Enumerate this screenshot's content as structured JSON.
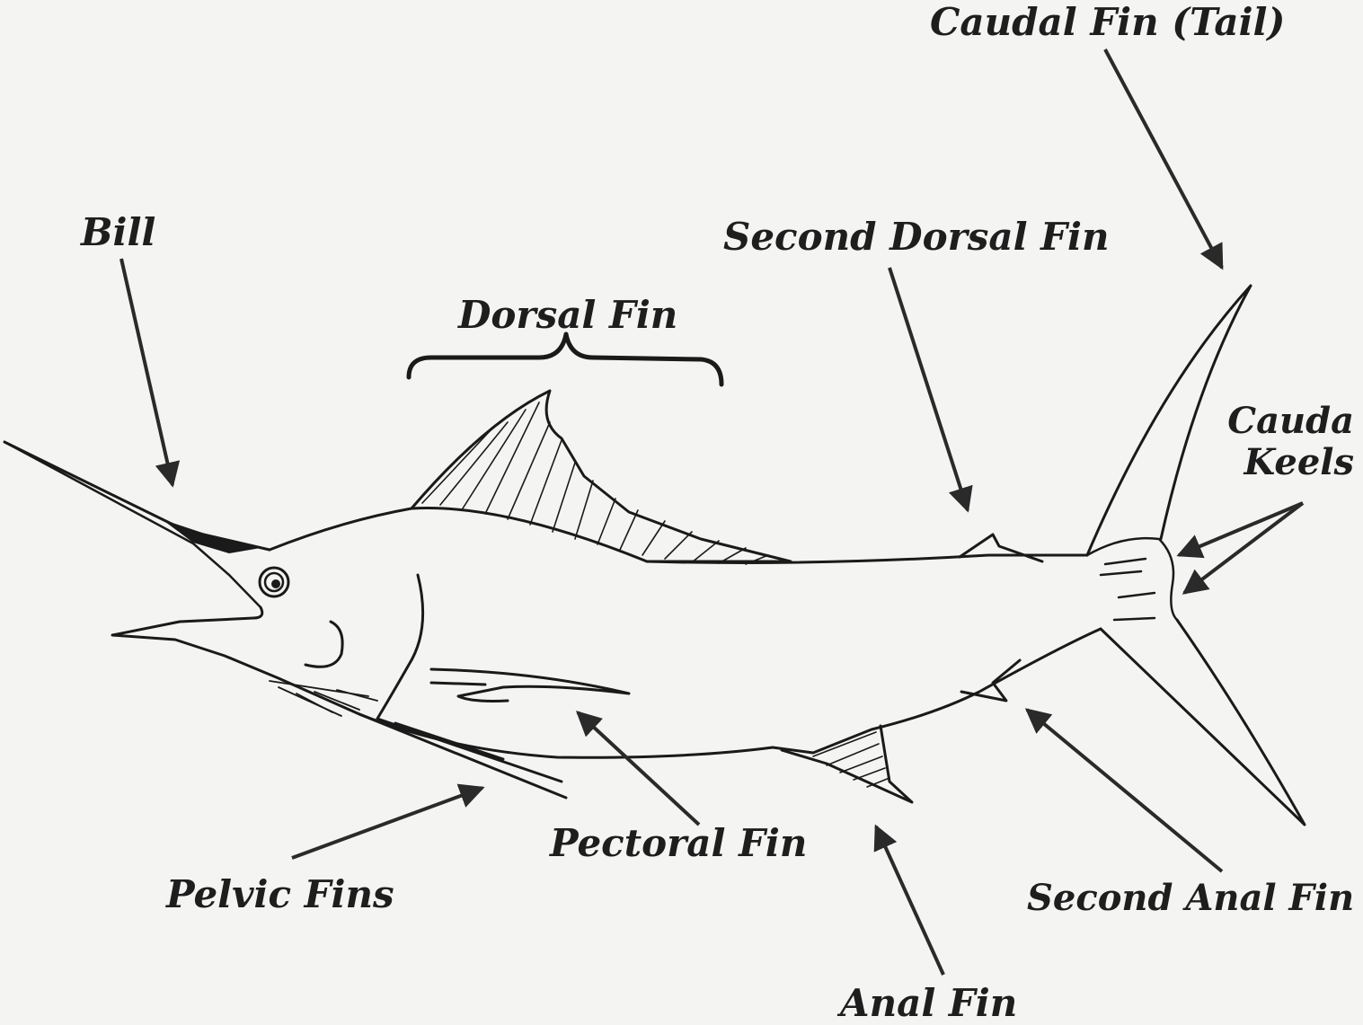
{
  "colors": {
    "paper": "#f4f4f2",
    "ink": "#1a1a1a"
  },
  "labels": {
    "caudal_fin": "Caudal Fin (Tail)",
    "bill": "Bill",
    "second_dorsal_fin": "Second Dorsal Fin",
    "dorsal_fin": "Dorsal Fin",
    "caudal_keels_line1": "Cauda",
    "caudal_keels_line2": "Keels",
    "pectoral_fin": "Pectoral Fin",
    "pelvic_fins": "Pelvic Fins",
    "second_anal_fin": "Second Anal Fin",
    "anal_fin": "Anal Fin"
  }
}
